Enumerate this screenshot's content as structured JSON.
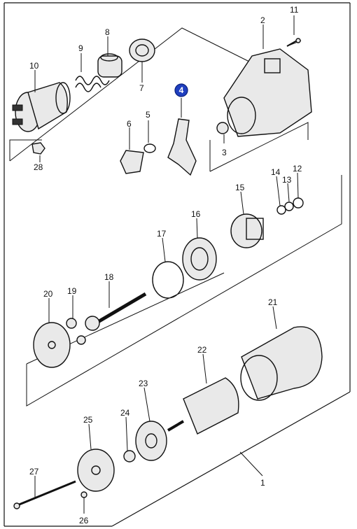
{
  "diagram": {
    "highlighted_part": "4",
    "parts": {
      "p1": "1",
      "p2": "2",
      "p3": "3",
      "p4": "4",
      "p5": "5",
      "p6": "6",
      "p7": "7",
      "p8": "8",
      "p9": "9",
      "p10": "10",
      "p11": "11",
      "p12": "12",
      "p13": "13",
      "p14": "14",
      "p15": "15",
      "p16": "16",
      "p17": "17",
      "p18": "18",
      "p19": "19",
      "p20": "20",
      "p21": "21",
      "p22": "22",
      "p23": "23",
      "p24": "24",
      "p25": "25",
      "p26": "26",
      "p27": "27",
      "p28": "28"
    }
  }
}
